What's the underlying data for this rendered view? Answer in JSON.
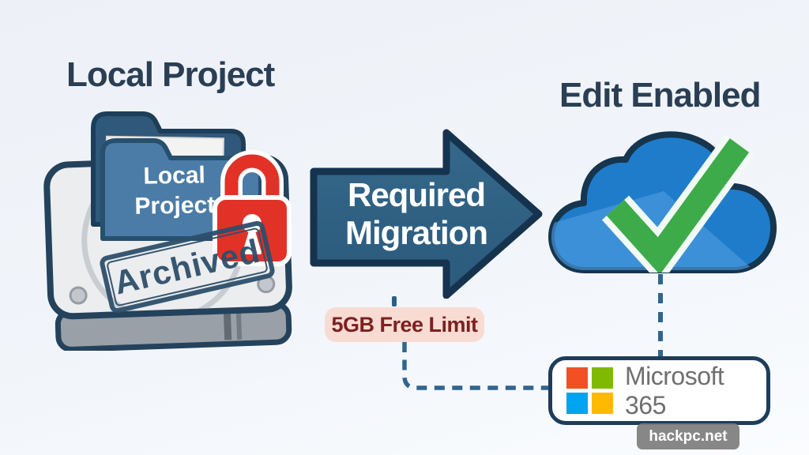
{
  "left": {
    "title": "Local Project",
    "folder_line1": "Local",
    "folder_line2": "Project",
    "stamp": "Archived"
  },
  "arrow": {
    "line1": "Required",
    "line2": "Migration"
  },
  "badge": {
    "text": "5GB Free Limit"
  },
  "right": {
    "title": "Edit Enabled",
    "service": "Microsoft 365"
  },
  "watermark": "hackpc.net",
  "colors": {
    "title_navy": "#2a3e54",
    "arrow_fill": "#2d6081",
    "arrow_stroke": "#16334e",
    "folder_front": "#4b7ca7",
    "folder_back": "#30587a",
    "drive_gray": "#ecedef",
    "lock_red": "#e23228",
    "stamp_navy": "#2e4f6b",
    "cloud_blue": "#1e7ccb",
    "cloud_light": "#4d9bdd",
    "check_green": "#3dab49",
    "badge_bg": "#f8dcd3",
    "badge_text": "#7e2020",
    "dash_blue": "#306590",
    "ms_red": "#f25022",
    "ms_green": "#7fba00",
    "ms_blue": "#00a4ef",
    "ms_yellow": "#ffb900",
    "ms_text_gray": "#6f6f6f"
  }
}
